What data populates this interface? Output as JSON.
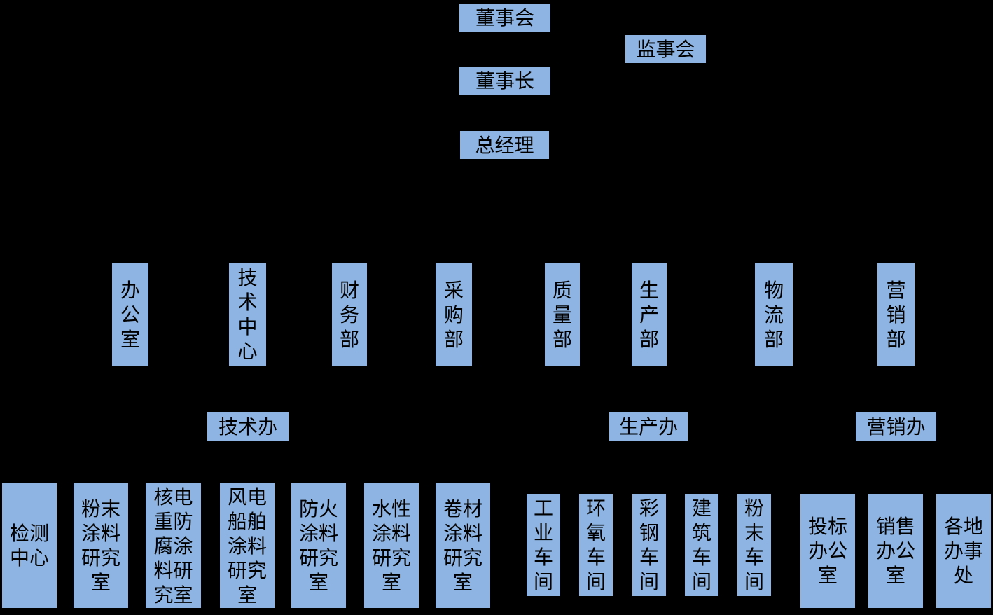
{
  "colors": {
    "background": "#000000",
    "box_fill": "#8DB4E2",
    "text": "#000000"
  },
  "governance": {
    "board": "董事会",
    "supervisory_board": "监事会",
    "chairman": "董事长",
    "general_manager": "总经理"
  },
  "departments": {
    "office": "办公室",
    "tech_center": "技术中心",
    "finance": "财务部",
    "purchasing": "采购部",
    "quality": "质量部",
    "production": "生产部",
    "logistics": "物流部",
    "marketing": "营销部"
  },
  "sub_offices": {
    "tech_office": "技术办",
    "production_office": "生产办",
    "marketing_office": "营销办"
  },
  "tech_units": {
    "testing_center": "检测中心",
    "powder_coating_lab": "粉末涂料研究室",
    "nuclear_anticorrosion_lab": "核电重防腐涂料研究室",
    "wind_marine_lab": "风电船舶涂料研究室",
    "fireproof_lab": "防火涂料研究室",
    "waterborne_lab": "水性涂料研究室",
    "coil_coating_lab": "卷材涂料研究室"
  },
  "workshops": {
    "industrial": "工业车间",
    "epoxy": "环氧车间",
    "color_steel": "彩钢车间",
    "construction": "建筑车间",
    "powder": "粉末车间"
  },
  "marketing_units": {
    "bidding_office": "投标办公室",
    "sales_office": "销售办公室",
    "regional_offices": "各地办事处"
  }
}
